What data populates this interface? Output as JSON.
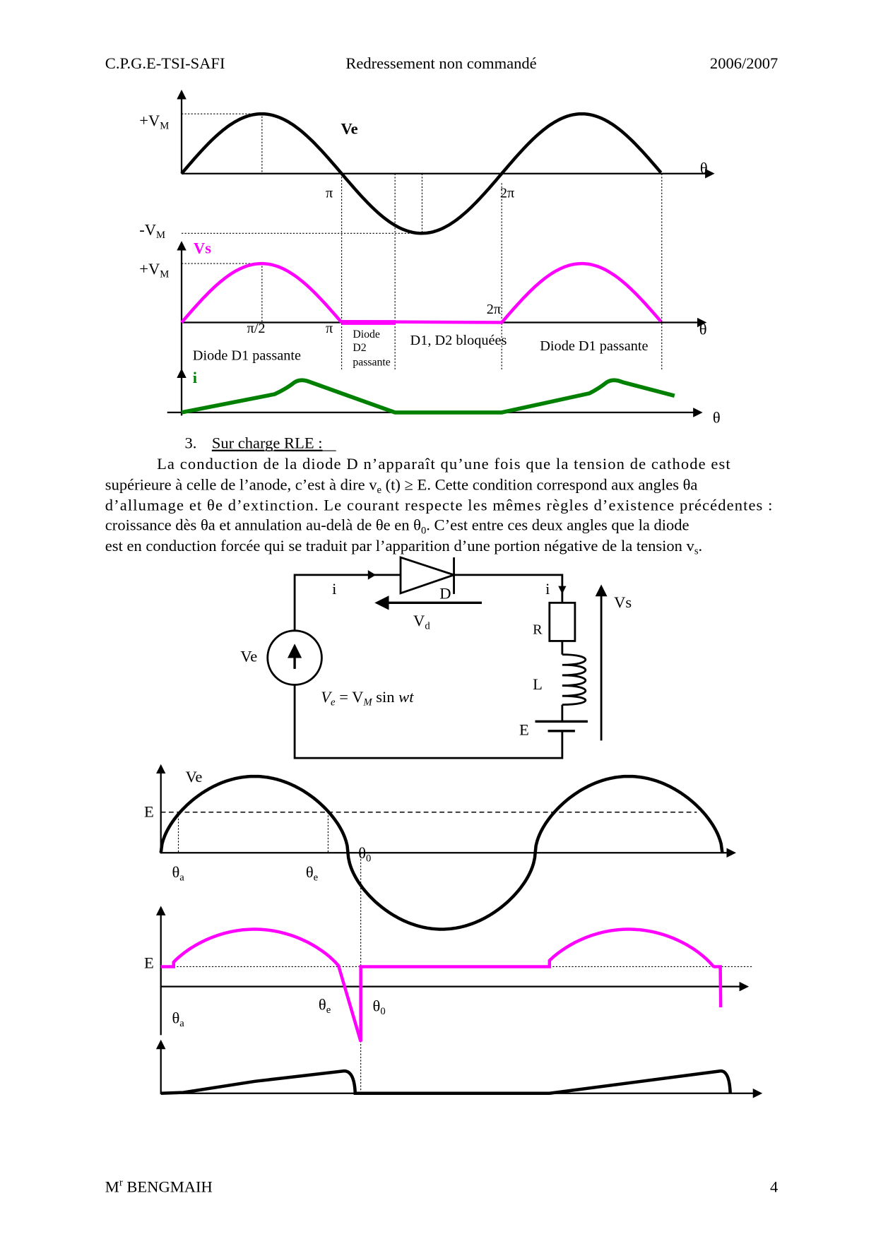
{
  "header": {
    "left": "C.P.G.E-TSI-SAFI",
    "center": "Redressement non commandé",
    "right": "2006/2007"
  },
  "fig1": {
    "ve_label": "Ve",
    "vm_pos": "+V",
    "vm_neg": "-V",
    "vm_sub": "M",
    "theta": "θ",
    "pi": "π",
    "two_pi": "2π",
    "vs_label": "Vs",
    "pi_half": "π/2",
    "zone1": "Diode D1 passante",
    "zone2_l1": "Diode",
    "zone2_l2": "D2",
    "zone2_l3": "passante",
    "zone3": "D1, D2 bloquées",
    "zone4": "Diode D1 passante",
    "i_label": "i",
    "colors": {
      "ve": "#000000",
      "vs": "#ff00ff",
      "i": "#008000"
    }
  },
  "section": {
    "number": "3.",
    "title": "Sur charge RLE :"
  },
  "paragraph": {
    "l1": "La conduction de la diode D n’apparaît qu’une fois que la tension de cathode est",
    "l2a": "supérieure à celle de l’anode, c’est à dire v",
    "l2sub": "e",
    "l2b": " (t) ≥ E. Cette condition correspond aux angles θa",
    "l3": "d’allumage et θe d’extinction. Le courant respecte les mêmes règles d’existence précédentes :",
    "l4a": "croissance dès θa et annulation au-delà de θe en θ",
    "l4sub": "0",
    "l4b": ". C’est entre ces deux angles que la diode",
    "l5a": "est en conduction forcée qui se traduit par l’apparition d’une portion négative de la tension v",
    "l5sub": "s",
    "l5b": "."
  },
  "circuit": {
    "i1": "i",
    "i2": "i",
    "d": "D",
    "vd": "V",
    "vd_sub": "d",
    "r": "R",
    "l": "L",
    "e": "E",
    "ve": "Ve",
    "vs": "Vs",
    "eq_a": "V",
    "eq_sub1": "e",
    "eq_b": " = V",
    "eq_sub2": "M",
    "eq_c": " sin ",
    "eq_d": "wt"
  },
  "fig2": {
    "ve": "Ve",
    "e": "E",
    "theta": "θ",
    "sub_0": "0",
    "sub_a": "a",
    "sub_e": "e"
  },
  "footer": {
    "author": "M",
    "author_sup": "r",
    "author_name": " BENGMAIH",
    "page": "4"
  }
}
